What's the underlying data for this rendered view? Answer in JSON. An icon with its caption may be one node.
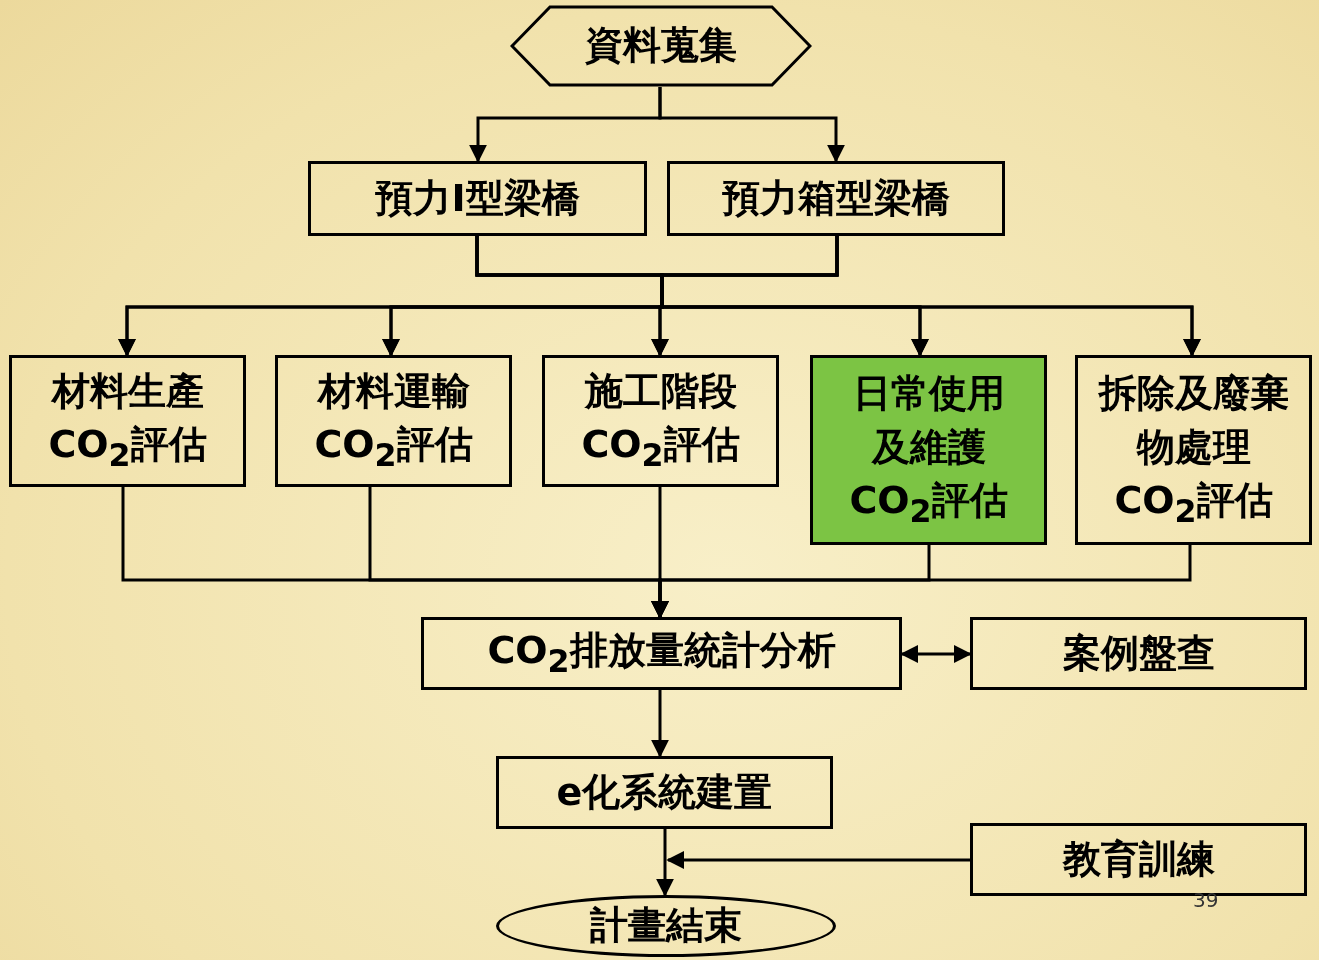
{
  "diagram": {
    "nodes": [
      {
        "text": [
          "資料蒐集"
        ]
      },
      {
        "text": [
          "預力I型梁橋"
        ]
      },
      {
        "text": [
          "預力箱型梁橋"
        ]
      },
      {
        "text": [
          "材料生產CO$_{2}$評估"
        ]
      },
      {
        "text": [
          "材料運輸CO$_{2}$評估"
        ]
      },
      {
        "text": [
          "施工階段CO$_{2}$評估"
        ]
      },
      {
        "text": [
          "日常使用及維護CO$_{2}$評估"
        ]
      },
      {
        "text": [
          "拆除及廢棄物處理CO$_{2}$評估"
        ]
      },
      {
        "text": [
          "CO$_{2}$排放量統計分析"
        ]
      },
      {
        "text": [
          "案例盤查"
        ]
      },
      {
        "text": [
          "e化系統建置"
        ]
      },
      {
        "text": [
          "教育訓練"
        ]
      },
      {
        "text": [
          "計畫結束"
        ]
      }
    ],
    "edges": [
      {
        "from": 0,
        "to": 1,
        "arrow": "to"
      },
      {
        "from": 0,
        "to": 2,
        "arrow": "to"
      },
      {
        "from": 1,
        "to": 3,
        "arrow": "to"
      },
      {
        "from": 1,
        "to": 4,
        "arrow": "to"
      },
      {
        "from": 1,
        "to": 5,
        "arrow": "to"
      },
      {
        "from": 1,
        "to": 6,
        "arrow": "to"
      },
      {
        "from": 1,
        "to": 7,
        "arrow": "to"
      },
      {
        "from": 2,
        "to": 3,
        "arrow": "to"
      },
      {
        "from": 2,
        "to": 4,
        "arrow": "to"
      },
      {
        "from": 2,
        "to": 5,
        "arrow": "to"
      },
      {
        "from": 2,
        "to": 6,
        "arrow": "to"
      },
      {
        "from": 2,
        "to": 7,
        "arrow": "to"
      },
      {
        "from": 3,
        "to": 8,
        "arrow": "to"
      },
      {
        "from": 4,
        "to": 8,
        "arrow": "to"
      },
      {
        "from": 5,
        "to": 8,
        "arrow": "to"
      },
      {
        "from": 6,
        "to": 8,
        "arrow": "to"
      },
      {
        "from": 7,
        "to": 8,
        "arrow": "to"
      },
      {
        "from": 8,
        "to": 9,
        "arrow": "both"
      },
      {
        "from": 8,
        "to": 10,
        "arrow": "to"
      },
      {
        "from": 10,
        "to": 12,
        "arrow": "to"
      },
      {
        "from": 11,
        "to": 12,
        "arrow": "to"
      }
    ],
    "labels": [
      "39"
    ]
  }
}
